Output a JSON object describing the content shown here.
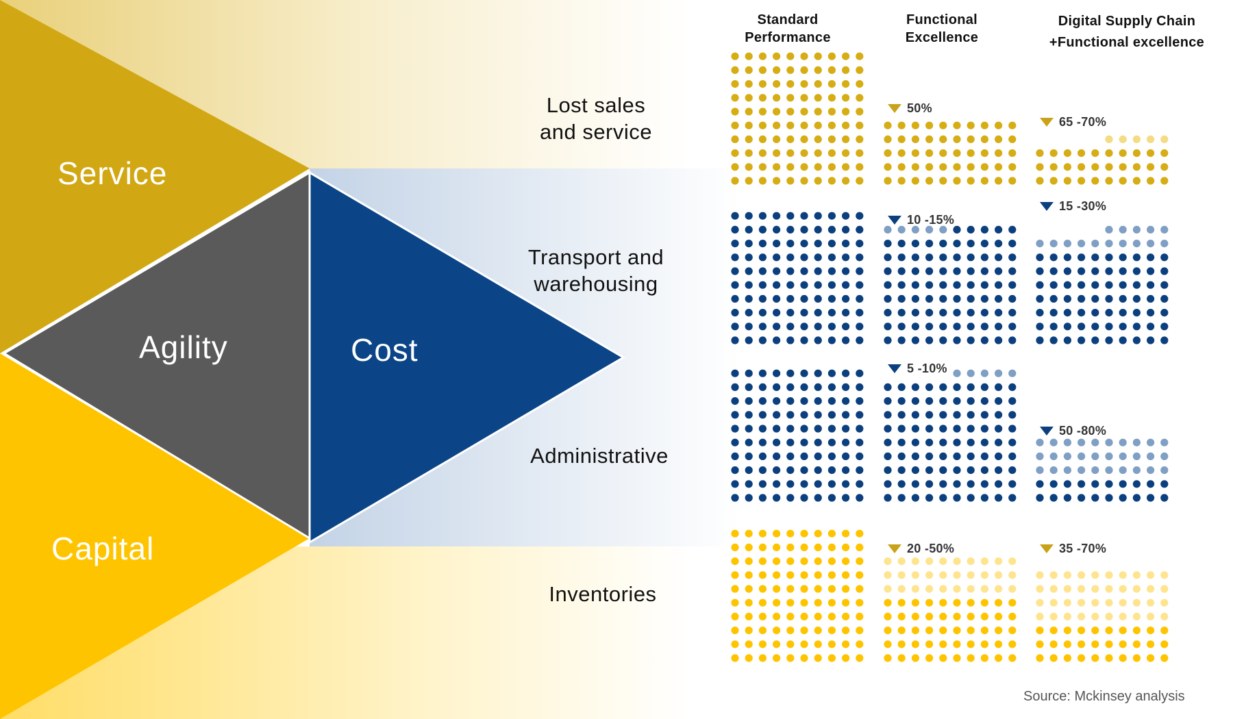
{
  "segments": {
    "service": "Service",
    "agility": "Agility",
    "cost": "Cost",
    "capital": "Capital"
  },
  "rows": {
    "lost_sales": [
      "Lost sales",
      "and service"
    ],
    "transport": [
      "Transport and",
      "warehousing"
    ],
    "administrative": "Administrative",
    "inventories": "Inventories"
  },
  "columns": [
    {
      "line1": "Standard",
      "line2": "Performance"
    },
    {
      "line1": "Functional",
      "line2": "Excellence"
    },
    {
      "line1": "Digital Supply Chain",
      "line2": "+Functional excellence"
    }
  ],
  "reductions": {
    "lost_sales": [
      "",
      "50%",
      "65 -70%"
    ],
    "transport": [
      "",
      "10 -15%",
      "15 -30%"
    ],
    "administrative": [
      "",
      "5 -10%",
      "50 -80%"
    ],
    "inventories": [
      "",
      "20 -50%",
      "35 -70%"
    ]
  },
  "colors": {
    "service": "#d1a814",
    "capital": "#ffc400",
    "agility": "#5a5a5a",
    "cost": "#0b4587",
    "dot_gold": "#d6ad14",
    "dot_gold_light": "#f3dc84",
    "dot_yellow": "#ffc400",
    "dot_yellow_light": "#ffe48f",
    "dot_blue": "#0b3f7e",
    "dot_blue_light": "#7f9fc4"
  },
  "dot_grids": [
    {
      "row": "lost_sales",
      "column": 0,
      "grid_rows": 10,
      "grid_cols": 10,
      "dark_dots": 100,
      "light_dots": 0,
      "color": "dot_gold"
    },
    {
      "row": "lost_sales",
      "column": 1,
      "grid_rows": 5,
      "grid_cols": 10,
      "dark_dots": 50,
      "light_dots": 0,
      "color": "dot_gold"
    },
    {
      "row": "lost_sales",
      "column": 2,
      "grid_rows": 4,
      "grid_cols": 10,
      "dark_dots": 30,
      "light_dots": 5,
      "color": "dot_gold",
      "light_color": "dot_gold_light"
    },
    {
      "row": "transport",
      "column": 0,
      "grid_rows": 10,
      "grid_cols": 10,
      "dark_dots": 100,
      "light_dots": 0,
      "color": "dot_blue"
    },
    {
      "row": "transport",
      "column": 1,
      "grid_rows": 9,
      "grid_cols": 10,
      "dark_dots": 85,
      "light_dots": 5,
      "color": "dot_blue",
      "light_color": "dot_blue_light"
    },
    {
      "row": "transport",
      "column": 2,
      "grid_rows": 9,
      "grid_cols": 10,
      "dark_dots": 70,
      "light_dots": 15,
      "color": "dot_blue",
      "light_color": "dot_blue_light"
    },
    {
      "row": "administrative",
      "column": 0,
      "grid_rows": 10,
      "grid_cols": 10,
      "dark_dots": 100,
      "light_dots": 0,
      "color": "dot_blue"
    },
    {
      "row": "administrative",
      "column": 1,
      "grid_rows": 10,
      "grid_cols": 10,
      "dark_dots": 90,
      "light_dots": 5,
      "color": "dot_blue",
      "light_color": "dot_blue_light"
    },
    {
      "row": "administrative",
      "column": 2,
      "grid_rows": 5,
      "grid_cols": 10,
      "dark_dots": 20,
      "light_dots": 30,
      "color": "dot_blue",
      "light_color": "dot_blue_light"
    },
    {
      "row": "inventories",
      "column": 0,
      "grid_rows": 10,
      "grid_cols": 10,
      "dark_dots": 100,
      "light_dots": 0,
      "color": "dot_yellow"
    },
    {
      "row": "inventories",
      "column": 1,
      "grid_rows": 8,
      "grid_cols": 10,
      "dark_dots": 50,
      "light_dots": 30,
      "color": "dot_yellow",
      "light_color": "dot_yellow_light"
    },
    {
      "row": "inventories",
      "column": 2,
      "grid_rows": 7,
      "grid_cols": 10,
      "dark_dots": 30,
      "light_dots": 40,
      "color": "dot_yellow",
      "light_color": "dot_yellow_light"
    }
  ],
  "source": "Source:  Mckinsey analysis"
}
